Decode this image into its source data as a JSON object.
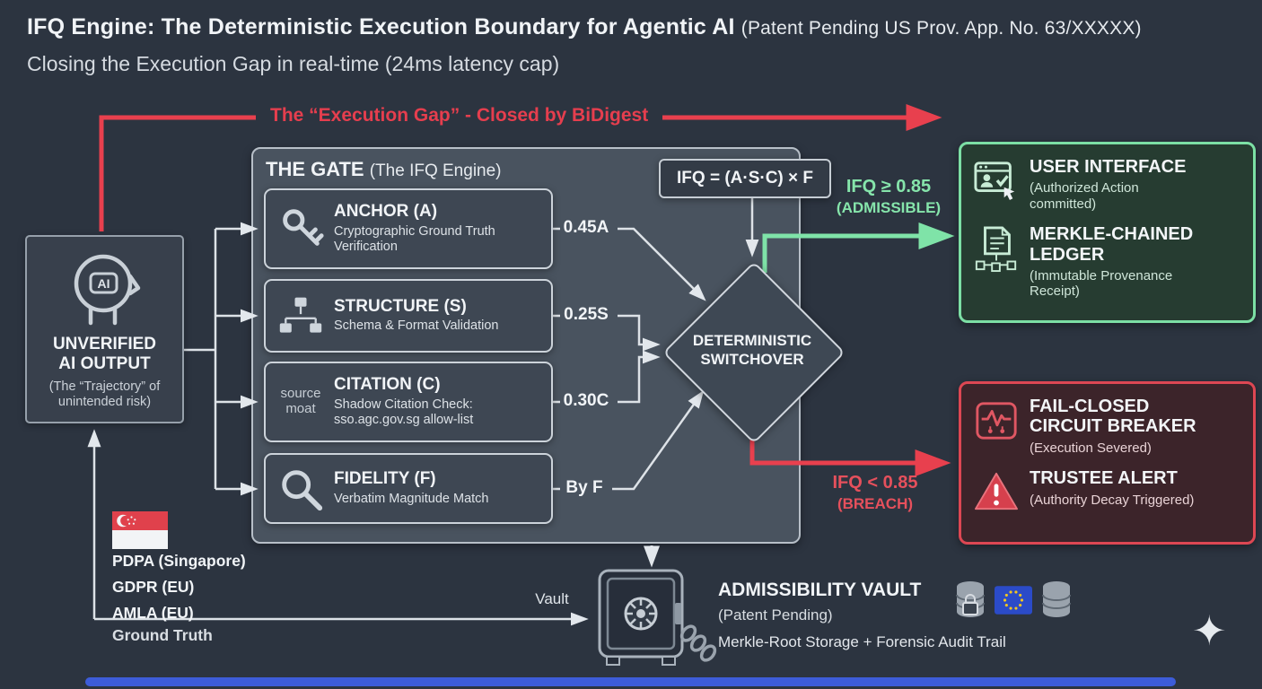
{
  "header": {
    "title": "IFQ Engine: The Deterministic Execution Boundary for Agentic AI",
    "patent": "(Patent Pending US Prov. App. No. 63/XXXXX)",
    "subtitle": "Closing the Execution Gap in real-time (24ms latency cap)"
  },
  "gap": {
    "label": "The “Execution Gap” - Closed by BiDigest"
  },
  "source": {
    "ai": "AI",
    "title": "UNVERIFIED AI OUTPUT",
    "subtitle": "(The “Trajectory” of unintended risk)"
  },
  "gate": {
    "title": "THE GATE",
    "subtitle": "(The IFQ Engine)",
    "checks": [
      {
        "name": "ANCHOR (A)",
        "desc": "Cryptographic Ground Truth Verification",
        "weight": "0.45A",
        "icon": "key-icon"
      },
      {
        "name": "STRUCTURE (S)",
        "desc": "Schema & Format Validation",
        "weight": "0.25S",
        "icon": "hierarchy-icon"
      },
      {
        "name": "CITATION (C)",
        "desc": "Shadow Citation Check: sso.agc.gov.sg allow-list",
        "weight": "0.30C",
        "icon": "source-moat-label",
        "icon_text": "source moat"
      },
      {
        "name": "FIDELITY (F)",
        "desc": "Verbatim Magnitude Match",
        "weight": "By F",
        "icon": "magnifier-icon"
      }
    ]
  },
  "formula": {
    "text": "IFQ = (A·S·C) × F"
  },
  "switchover": {
    "label": "DETERMINISTIC SWITCHOVER"
  },
  "paths": {
    "admissible": {
      "condition": "IFQ ≥ 0.85",
      "tag": "(ADMISSIBLE)"
    },
    "breach": {
      "condition": "IFQ < 0.85",
      "tag": "(BREACH)"
    }
  },
  "outcomes": {
    "admissible": {
      "items": [
        {
          "title": "USER INTERFACE",
          "desc": "(Authorized Action committed)",
          "icon": "browser-user-icon"
        },
        {
          "title": "MERKLE-CHAINED LEDGER",
          "desc": "(Immutable Provenance Receipt)",
          "icon": "ledger-chain-icon"
        }
      ]
    },
    "breach": {
      "items": [
        {
          "title": "FAIL-CLOSED CIRCUIT BREAKER",
          "desc": "(Execution Severed)",
          "icon": "circuit-breaker-icon"
        },
        {
          "title": "TRUSTEE ALERT",
          "desc": "(Authority Decay Triggered)",
          "icon": "alert-triangle-icon"
        }
      ]
    }
  },
  "compliance": {
    "flag": "singapore-flag-icon",
    "laws": [
      "PDPA (Singapore)",
      "GDPR (EU)",
      "AMLA (EU)"
    ],
    "ground_truth": "Ground Truth"
  },
  "vault": {
    "label": "Vault",
    "title": "ADMISSIBILITY VAULT",
    "patent": "(Patent Pending)",
    "desc": "Merkle-Root Storage + Forensic Audit Trail",
    "icons": [
      "database-lock-icon",
      "eu-flag-icon",
      "database-icon"
    ]
  },
  "colors": {
    "accent_red": "#e8404e",
    "accent_green": "#7fe3a8",
    "background": "#2c3440",
    "bottom_bar": "#3d5cd9"
  }
}
